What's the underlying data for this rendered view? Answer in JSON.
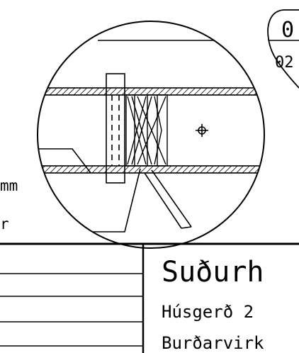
{
  "detail_marker": {
    "number": "0",
    "sheet": "02"
  },
  "labels": {
    "left_dimension": "mm",
    "left_note": "r"
  },
  "title_block": {
    "title": "Suðurh",
    "line2": "Húsgerð 2",
    "line3": "Burðarvirk"
  }
}
